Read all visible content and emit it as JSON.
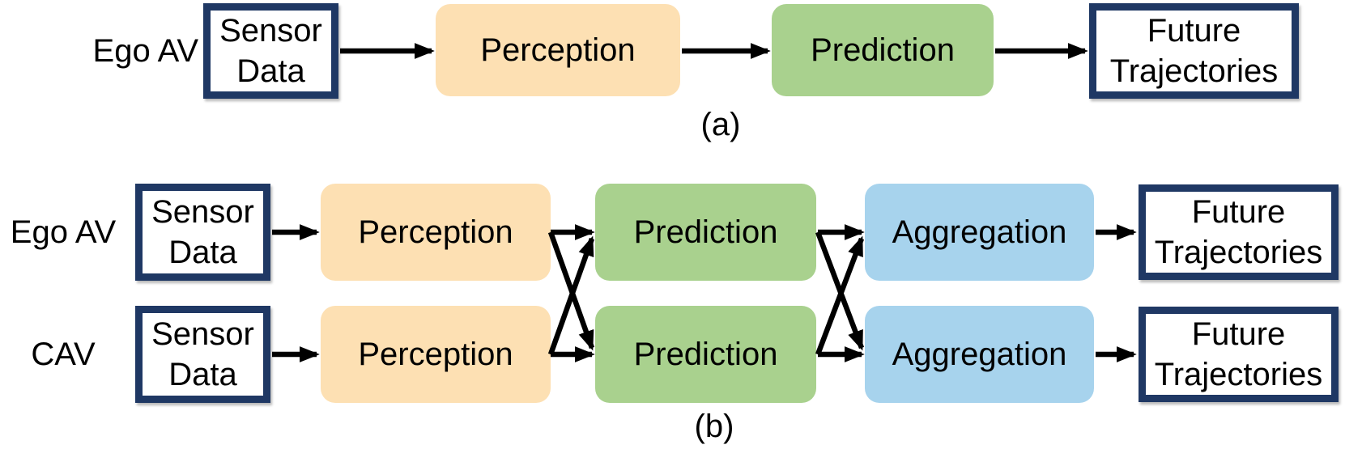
{
  "figure": {
    "colors": {
      "perception_fill": "#FDE0B3",
      "prediction_fill": "#A9D18E",
      "aggregation_fill": "#A7D3ED",
      "box_border_navy": "#1F3864",
      "arrow": "#000000"
    },
    "panel_a": {
      "caption": "(a)",
      "row_label": "Ego AV",
      "nodes": {
        "sensor_data": "Sensor\nData",
        "perception": "Perception",
        "prediction": "Prediction",
        "future_trajectories": "Future\nTrajectories"
      },
      "edges": [
        "sensor_data -> perception",
        "perception -> prediction",
        "prediction -> future_trajectories"
      ]
    },
    "panel_b": {
      "caption": "(b)",
      "rows": [
        {
          "label": "Ego AV",
          "sensor_data": "Sensor\nData",
          "perception": "Perception",
          "prediction": "Prediction",
          "aggregation": "Aggregation",
          "future_trajectories": "Future\nTrajectories"
        },
        {
          "label": "CAV",
          "sensor_data": "Sensor\nData",
          "perception": "Perception",
          "prediction": "Prediction",
          "aggregation": "Aggregation",
          "future_trajectories": "Future\nTrajectories"
        }
      ],
      "edges": [
        "row1.sensor_data -> row1.perception",
        "row2.sensor_data -> row2.perception",
        "row1.perception -> row1.prediction",
        "row1.perception -> row2.prediction",
        "row2.perception -> row1.prediction",
        "row2.perception -> row2.prediction",
        "row1.prediction -> row1.aggregation",
        "row1.prediction -> row2.aggregation",
        "row2.prediction -> row1.aggregation",
        "row2.prediction -> row2.aggregation",
        "row1.aggregation -> row1.future_trajectories",
        "row2.aggregation -> row2.future_trajectories"
      ]
    }
  }
}
